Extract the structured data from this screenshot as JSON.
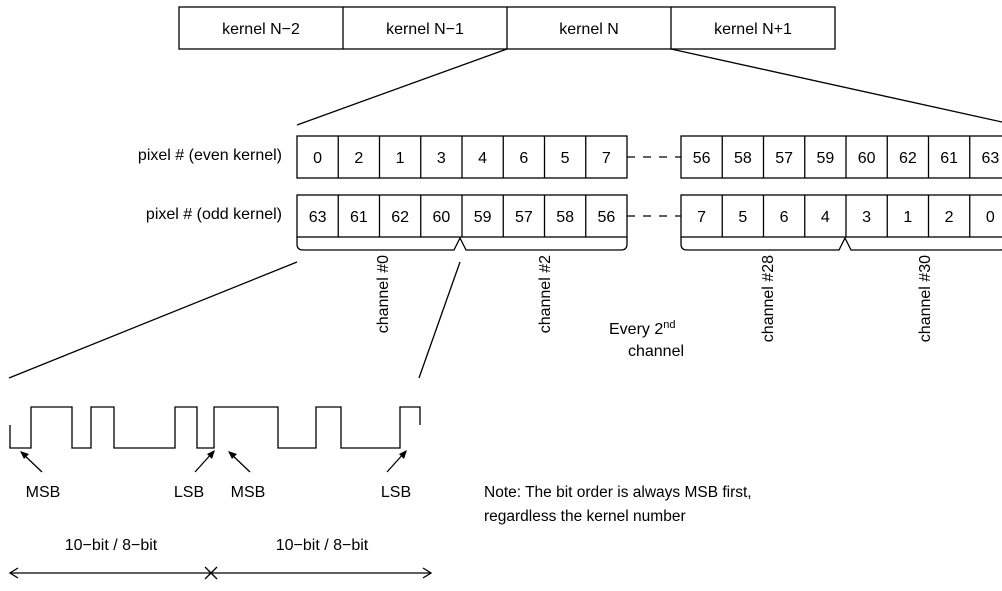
{
  "kernels": [
    "kernel N−2",
    "kernel N−1",
    "kernel N",
    "kernel N+1"
  ],
  "rows": [
    {
      "label": "pixel # (even kernel)",
      "left": [
        "0",
        "2",
        "1",
        "3",
        "4",
        "6",
        "5",
        "7"
      ],
      "right": [
        "56",
        "58",
        "57",
        "59",
        "60",
        "62",
        "61",
        "63"
      ]
    },
    {
      "label": "pixel # (odd kernel)",
      "left": [
        "63",
        "61",
        "62",
        "60",
        "59",
        "57",
        "58",
        "56"
      ],
      "right": [
        "7",
        "5",
        "6",
        "4",
        "3",
        "1",
        "2",
        "0"
      ]
    }
  ],
  "channels": [
    "channel #0",
    "channel #2",
    "channel #28",
    "channel #30"
  ],
  "every_channel": {
    "prefix": "Every 2",
    "sup": "nd",
    "suffix": "channel"
  },
  "bit_labels": [
    "MSB",
    "LSB",
    "MSB",
    "LSB"
  ],
  "bit_width_labels": [
    "10−bit / 8−bit",
    "10−bit / 8−bit"
  ],
  "note": {
    "line1": "Note:  The bit order is always MSB first,",
    "line2": "regardless the kernel number"
  }
}
